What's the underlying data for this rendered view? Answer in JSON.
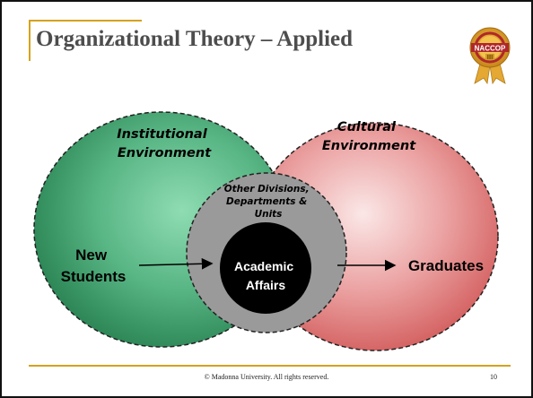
{
  "slide": {
    "title": "Organizational Theory – Applied",
    "footer": "© Madonna University.  All rights reserved.",
    "page_number": "10"
  },
  "logo": {
    "text": "NACCOP",
    "icon": "naccop-seal-icon"
  },
  "diagram": {
    "institutional_label": "Institutional Environment",
    "institutional_line1": "Institutional",
    "institutional_line2": "Environment",
    "cultural_line1": "Cultural",
    "cultural_line2": "Environment",
    "other_line1": "Other Divisions,",
    "other_line2": "Departments &",
    "other_line3": "Units",
    "academic_line1": "Academic",
    "academic_line2": "Affairs",
    "new_students_line1": "New",
    "new_students_line2": "Students",
    "graduates": "Graduates"
  },
  "colors": {
    "accent": "#d4a21c",
    "institutional_fill": "#4aa676",
    "cultural_fill": "#df7b7b",
    "middle_ring": "#9a9a9a",
    "core": "#000000"
  }
}
